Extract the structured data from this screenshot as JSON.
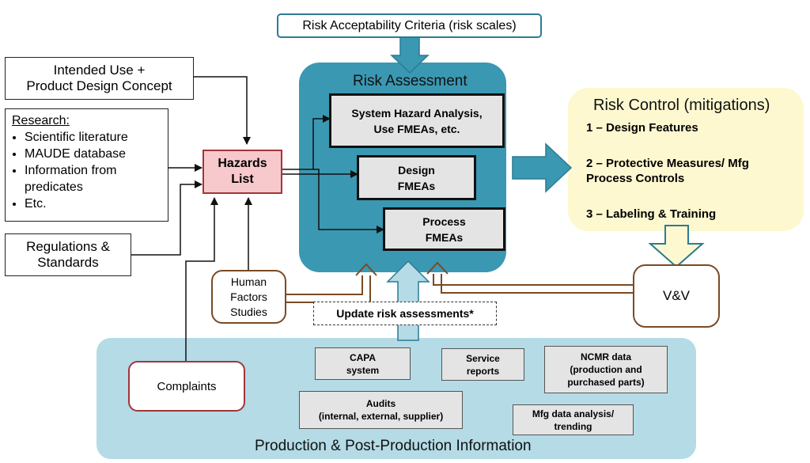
{
  "top_criteria": "Risk Acceptability Criteria (risk scales)",
  "risk_assessment": {
    "title": "Risk Assessment",
    "system": "System Hazard Analysis,\nUse FMEAs, etc.",
    "design": "Design\nFMEAs",
    "process": "Process\nFMEAs"
  },
  "risk_control": {
    "title": "Risk Control (mitigations)",
    "item1": "1 – Design Features",
    "item2": "2 – Protective Measures/ Mfg\nProcess Controls",
    "item3": "3 – Labeling & Training"
  },
  "inputs": {
    "intended_use": "Intended Use +\nProduct Design Concept",
    "research_title": "Research:",
    "research_items": [
      "Scientific literature",
      "MAUDE database",
      "Information from predicates",
      "Etc."
    ],
    "regulations": "Regulations &\nStandards"
  },
  "hazards_list": "Hazards\nList",
  "human_factors": "Human\nFactors\nStudies",
  "vv": "V&V",
  "update": "Update risk assessments*",
  "production": {
    "title": "Production & Post-Production Information",
    "complaints": "Complaints",
    "capa": "CAPA\nsystem",
    "service": "Service\nreports",
    "ncmr": "NCMR data\n(production and\npurchased parts)",
    "audits": "Audits\n(internal, external, supplier)",
    "mfg": "Mfg data analysis/\ntrending"
  },
  "colors": {
    "teal": "#3a98b2",
    "teal_dark": "#2b7b92",
    "light_blue": "#b4dbe6",
    "pale_yellow": "#fdf8cf",
    "hazard_pink": "#f7c9cc",
    "brown": "#7a4a24",
    "red_border": "#a3353a"
  }
}
